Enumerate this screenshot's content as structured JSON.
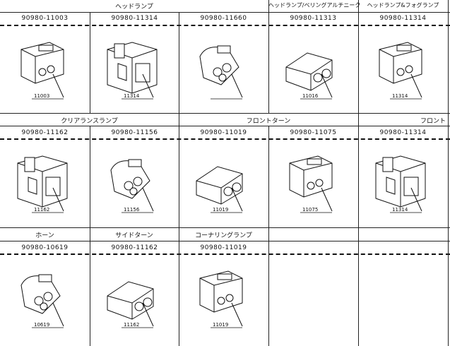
{
  "rows": [
    {
      "categories": [
        "ヘッドランプ",
        "ヘッドランプ/ベリングアルチニーク",
        "ヘッドランプ&フォグランプ"
      ],
      "parts": [
        "90980-11003",
        "90980-11314",
        "90980-11660",
        "90980-11313",
        "90980-11314"
      ],
      "callouts": [
        "11003",
        "11314",
        "",
        "11016",
        "11314"
      ]
    },
    {
      "categories": [
        "クリアランスランプ",
        "フロントターン",
        "フロント"
      ],
      "parts": [
        "90980-11162",
        "90980-11156",
        "90980-11019",
        "90980-11075",
        "90980-11314"
      ],
      "callouts": [
        "11162",
        "11156",
        "11019",
        "11075",
        "11314"
      ]
    },
    {
      "categories": [
        "ホーン",
        "サイドターン",
        "コーナリングランプ"
      ],
      "parts": [
        "90980-10619",
        "90980-11162",
        "90980-11019"
      ],
      "callouts": [
        "10619",
        "11162",
        "11019"
      ]
    }
  ]
}
